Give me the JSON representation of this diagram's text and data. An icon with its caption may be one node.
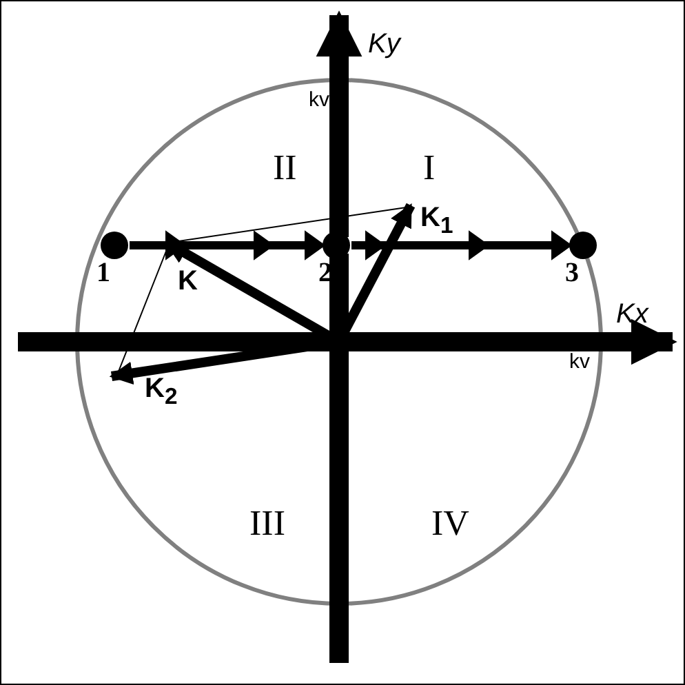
{
  "diagram": {
    "nodes": [
      {
        "text": [
          "1"
        ]
      },
      {
        "text": [
          "2"
        ]
      },
      {
        "text": [
          "3"
        ]
      }
    ],
    "edges": [
      {
        "from": 0,
        "to": 1,
        "arrow": "to"
      },
      {
        "from": 1,
        "to": 2,
        "arrow": "to"
      }
    ],
    "labels": [
      "Ky",
      "kv",
      "II",
      "I",
      "K",
      "K$_{1}$",
      "Kx",
      "kv",
      "K$_{2}$",
      "III",
      "IV"
    ]
  }
}
